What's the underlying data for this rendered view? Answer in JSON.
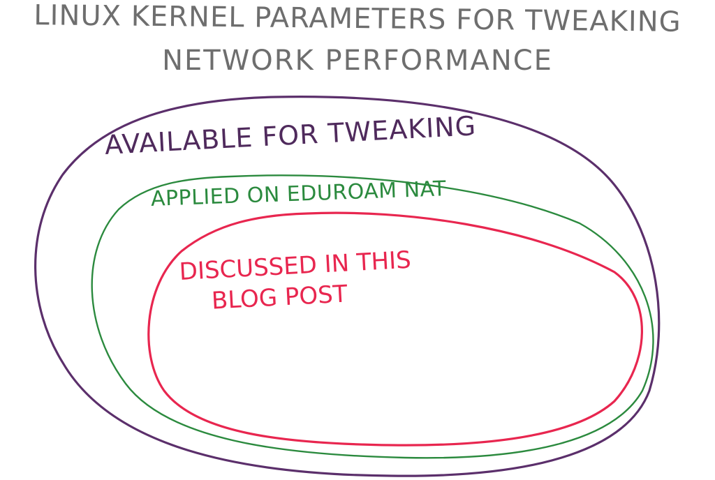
{
  "title": {
    "line1": "LINUX KERNEL PARAMETERS FOR TWEAKING",
    "line2": "NETWORK PERFORMANCE",
    "color": "#6e6e6e"
  },
  "diagram": {
    "type": "nested-ellipses",
    "sets": [
      {
        "id": "outer",
        "label": "AVAILABLE FOR TWEAKING",
        "color": "#4f2a5c"
      },
      {
        "id": "middle",
        "label": "APPLIED ON EDUROAM NAT",
        "color": "#2b8a3e"
      },
      {
        "id": "inner",
        "label_line1": "DISCUSSED IN THIS",
        "label_line2": "BLOG POST",
        "color": "#e8264f"
      }
    ]
  }
}
